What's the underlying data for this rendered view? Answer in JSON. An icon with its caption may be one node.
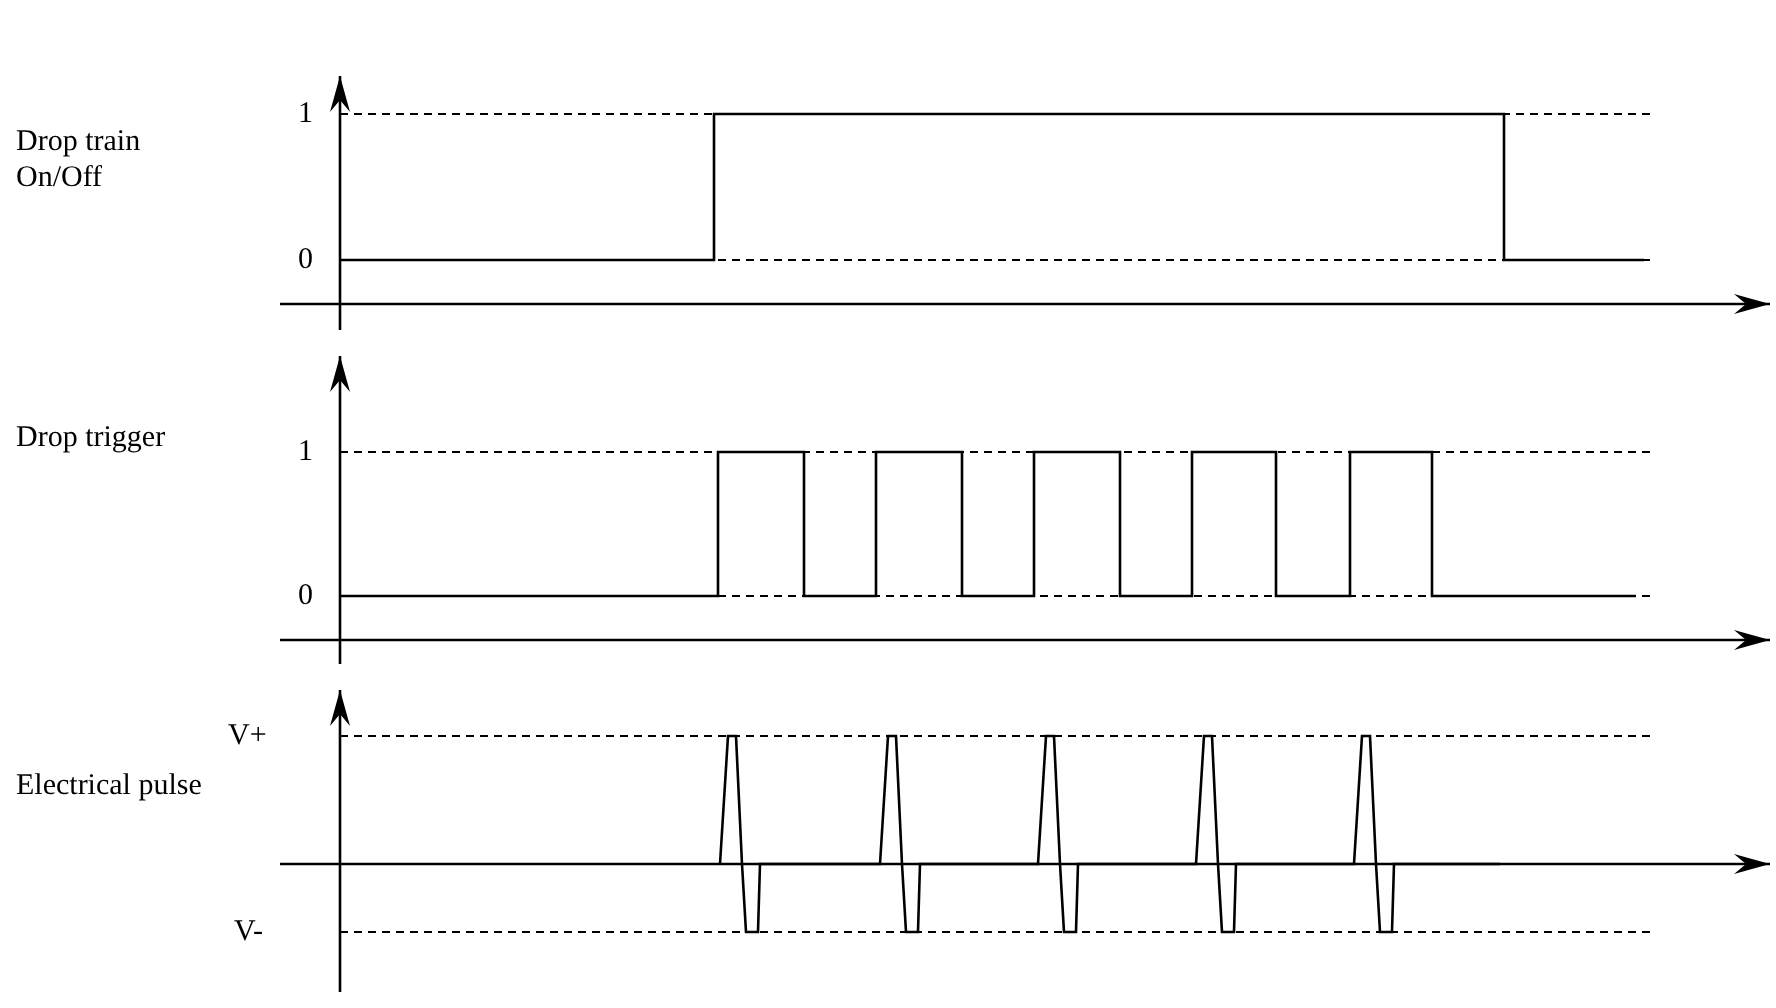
{
  "diagram": {
    "labels": [
      "1",
      "Drop train On/Off",
      "0",
      "1",
      "Drop trigger",
      "0",
      "V+",
      "Electrical pulse",
      "V-"
    ]
  }
}
